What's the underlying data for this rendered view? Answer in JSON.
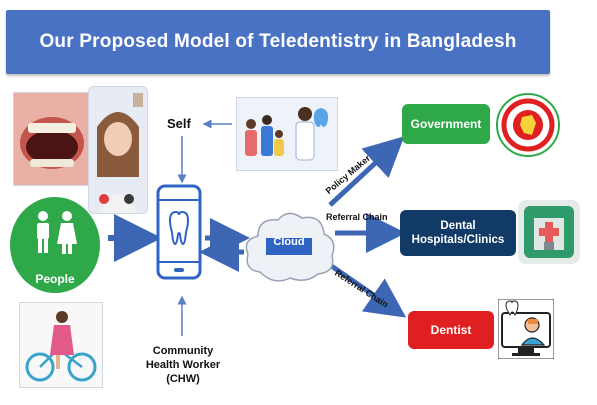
{
  "title": "Our Proposed Model of Teledentistry in Bangladesh",
  "labels": {
    "self": "Self",
    "people": "People",
    "chw_line1": "Community",
    "chw_line2": "Health Worker",
    "chw_line3": "(CHW)",
    "cloud": "Cloud",
    "government": "Government",
    "dental_line1": "Dental",
    "dental_line2": "Hospitals/Clinics",
    "dentist": "Dentist",
    "policy_maker": "Policy Maker",
    "referral_chain_1": "Referral Chain",
    "referral_chain_2": "Referral Chain"
  },
  "colors": {
    "banner": "#4a72c4",
    "green": "#2fa84a",
    "navy": "#123a66",
    "red": "#e02020",
    "arrow": "#3d66b5"
  },
  "icons": [
    "tooth-icon",
    "people-icon",
    "cloud-icon",
    "hospital-icon",
    "dentist-icon",
    "government-seal-icon",
    "family-icon",
    "phone-icon"
  ]
}
